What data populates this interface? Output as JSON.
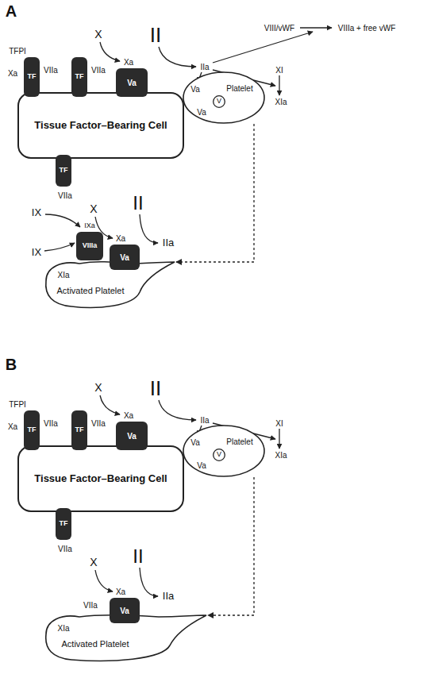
{
  "diagram": {
    "nodes": [
      {
        "text": [
          "TF"
        ]
      },
      {
        "text": [
          "TF"
        ]
      },
      {
        "text": [
          "Va"
        ]
      },
      {
        "text": [
          "Tissue Factor–Bearing Cell"
        ]
      },
      {
        "text": [
          "TF"
        ]
      },
      {
        "text": [
          "Platelet"
        ]
      },
      {
        "text": [
          "V"
        ],
        "in": 5
      },
      {
        "text": [
          "VIIIa"
        ]
      },
      {
        "text": [
          "Va"
        ]
      },
      {
        "text": [
          "Activated Platelet"
        ]
      },
      {
        "text": [
          "TF"
        ]
      },
      {
        "text": [
          "TF"
        ]
      },
      {
        "text": [
          "Va"
        ]
      },
      {
        "text": [
          "Tissue Factor–Bearing Cell"
        ]
      },
      {
        "text": [
          "TF"
        ]
      },
      {
        "text": [
          "Platelet"
        ]
      },
      {
        "text": [
          "V"
        ],
        "in": 15
      },
      {
        "text": [
          "Va"
        ]
      },
      {
        "text": [
          "Activated Platelet"
        ]
      }
    ],
    "edges": [
      {
        "from": 5,
        "to": 9,
        "arrow": "to"
      },
      {
        "from": 15,
        "to": 18,
        "arrow": "to"
      }
    ],
    "labels": [
      "A",
      "X",
      "II",
      "VIII/vWF",
      "VIIIa + free vWF",
      "TFPI",
      "Xa",
      "VIIa",
      "VIIa",
      "Xa",
      "IIa",
      "Va",
      "Va",
      "XI",
      "XIa",
      "VIIa",
      "IX",
      "X",
      "II",
      "IXa",
      "IX",
      "Xa",
      "IIa",
      "XIa",
      "B",
      "X",
      "II",
      "TFPI",
      "Xa",
      "VIIa",
      "VIIa",
      "Xa",
      "IIa",
      "Va",
      "Va",
      "XI",
      "XIa",
      "VIIa",
      "X",
      "II",
      "Xa",
      "IIa",
      "VIIa",
      "XIa"
    ]
  }
}
